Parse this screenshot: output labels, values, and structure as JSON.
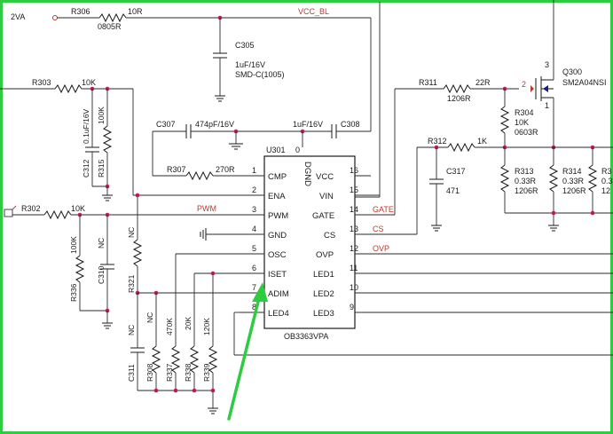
{
  "colors": {
    "frame_border": "#2ecc40",
    "arrow": "#2ecc40",
    "net_label": "#c0392b",
    "junction": "#c2185b"
  },
  "top": {
    "supply_label": "2VA",
    "r306": {
      "ref": "R306",
      "value": "10R",
      "pkg": "0805R"
    },
    "vcc_bl": "VCC_BL",
    "c305": {
      "ref": "C305",
      "value": "1uF/16V",
      "pkg": "SMD-C(1005)"
    }
  },
  "left": {
    "r303": {
      "ref": "R303",
      "value": "10K"
    },
    "c312": {
      "ref": "C312",
      "value": "0.1uF/16V"
    },
    "r315": {
      "ref": "R315",
      "value": "100K"
    },
    "r302": {
      "ref": "R302",
      "value": "10K"
    },
    "r336": {
      "ref": "R336",
      "value": "100K"
    },
    "c310": {
      "ref": "C310",
      "value": "NC"
    },
    "r321": {
      "ref": "R321",
      "value": "NC"
    },
    "c311": {
      "ref": "C311",
      "value": "NC"
    },
    "r308": {
      "ref": "R308",
      "value": "NC"
    },
    "r337": {
      "ref": "R337",
      "value": "470K"
    },
    "r338": {
      "ref": "R338",
      "value": "20K"
    },
    "r339": {
      "ref": "R339",
      "value": "120K"
    }
  },
  "mid": {
    "c307": {
      "ref": "C307",
      "value": "474pF/16V"
    },
    "c308": {
      "ref": "C308",
      "value": "1uF/16V"
    },
    "r307": {
      "ref": "R307",
      "value": "270R"
    },
    "gnd_pin": "0"
  },
  "ic": {
    "ref": "U301",
    "part": "OB3363VPA",
    "dgnd": "DGND",
    "left_pins": [
      {
        "num": "1",
        "name": "CMP"
      },
      {
        "num": "2",
        "name": "ENA"
      },
      {
        "num": "3",
        "name": "PWM"
      },
      {
        "num": "4",
        "name": "GND"
      },
      {
        "num": "5",
        "name": "OSC"
      },
      {
        "num": "6",
        "name": "ISET"
      },
      {
        "num": "7",
        "name": "ADIM"
      },
      {
        "num": "8",
        "name": "LED4"
      }
    ],
    "right_pins": [
      {
        "num": "16",
        "name": "VCC"
      },
      {
        "num": "15",
        "name": "VIN"
      },
      {
        "num": "14",
        "name": "GATE"
      },
      {
        "num": "13",
        "name": "CS"
      },
      {
        "num": "12",
        "name": "OVP"
      },
      {
        "num": "11",
        "name": "LED1"
      },
      {
        "num": "10",
        "name": "LED2"
      },
      {
        "num": "9",
        "name": "LED3"
      }
    ]
  },
  "nets": {
    "pwm": "PWM",
    "gate": "GATE",
    "cs": "CS",
    "ovp": "OVP"
  },
  "right": {
    "r311": {
      "ref": "R311",
      "value": "22R",
      "pkg": "1206R"
    },
    "q300": {
      "ref": "Q300",
      "value": "SM2A04NSI",
      "pin2": "2",
      "pin3": "3",
      "pin1": "1"
    },
    "r304": {
      "ref": "R304",
      "value": "10K",
      "pkg": "0603R"
    },
    "r312": {
      "ref": "R312",
      "value": "1K"
    },
    "c317": {
      "ref": "C317",
      "value": "471"
    },
    "r313": {
      "ref": "R313",
      "value": "0.33R",
      "pkg": "1206R"
    },
    "r314": {
      "ref": "R314",
      "value": "0.33R",
      "pkg": "1206R"
    },
    "r3x": {
      "ref": "R3",
      "value": "0.3",
      "pkg": "12"
    }
  }
}
